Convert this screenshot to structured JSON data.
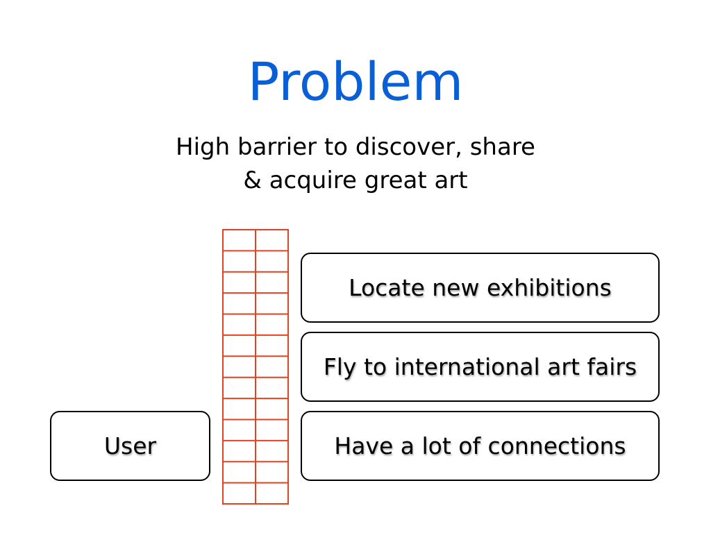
{
  "slide": {
    "title": "Problem",
    "subtitle_line1": "High barrier to discover, share",
    "subtitle_line2": "& acquire great art"
  },
  "diagram": {
    "user_label": "User",
    "barrier_icon": "brick-wall-icon",
    "barrier_color": "#e8401c",
    "title_color": "#0a5fd6",
    "steps": [
      "Locate new exhibitions",
      "Fly to international art fairs",
      "Have a lot of connections"
    ]
  }
}
